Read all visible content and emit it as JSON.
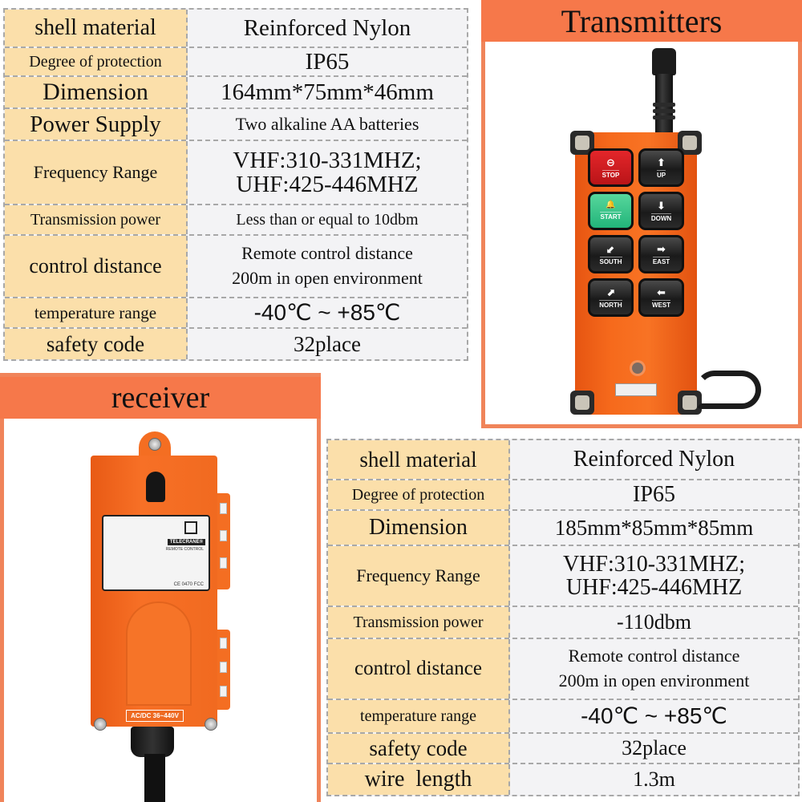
{
  "transmitter_specs": {
    "rows": [
      {
        "label": "shell material",
        "value": [
          "Reinforced Nylon"
        ]
      },
      {
        "label": "Degree of protection",
        "value": [
          "IP65"
        ]
      },
      {
        "label": "Dimension",
        "value": [
          "164mm*75mm*46mm"
        ]
      },
      {
        "label": "Power Supply",
        "value": [
          "Two alkaline AA batteries"
        ]
      },
      {
        "label": "Frequency Range",
        "value": [
          "VHF:310-331MHZ;",
          "UHF:425-446MHZ"
        ]
      },
      {
        "label": "Transmission power",
        "value": [
          "Less than or equal to 10dbm"
        ]
      },
      {
        "label": "control distance",
        "value": [
          "Remote control distance",
          "200m in open environment"
        ]
      },
      {
        "label": "temperature range",
        "value": [
          "-40℃ ~ +85℃"
        ]
      },
      {
        "label": "safety code",
        "value": [
          "32place"
        ]
      }
    ]
  },
  "transmitter_panel": {
    "title": "Transmitters",
    "keys": [
      {
        "label": "STOP",
        "icon": "⊖",
        "color": "red"
      },
      {
        "label": "UP",
        "icon": "⬆",
        "color": "black"
      },
      {
        "label": "START",
        "icon": "🔔",
        "color": "green"
      },
      {
        "label": "DOWN",
        "icon": "⬇",
        "color": "black"
      },
      {
        "label": "SOUTH",
        "icon": "⬋",
        "color": "black"
      },
      {
        "label": "EAST",
        "icon": "➡",
        "color": "black"
      },
      {
        "label": "NORTH",
        "icon": "⬈",
        "color": "black"
      },
      {
        "label": "WEST",
        "icon": "⬅",
        "color": "black"
      }
    ]
  },
  "receiver_panel": {
    "title": "receiver",
    "label_brand": "TELECRANE®",
    "label_sub": "REMOTE CONTROL",
    "label_cert": "CE 0470  FCC",
    "voltage_tag": "AC/DC 36~440V"
  },
  "receiver_specs": {
    "rows": [
      {
        "label": "shell material",
        "value": [
          "Reinforced Nylon"
        ]
      },
      {
        "label": "Degree of protection",
        "value": [
          "IP65"
        ]
      },
      {
        "label": "Dimension",
        "value": [
          "185mm*85mm*85mm"
        ]
      },
      {
        "label": "Frequency Range",
        "value": [
          "VHF:310-331MHZ;",
          "UHF:425-446MHZ"
        ]
      },
      {
        "label": "Transmission power",
        "value": [
          "-110dbm"
        ]
      },
      {
        "label": "control distance",
        "value": [
          "Remote control distance",
          "200m in open environment"
        ]
      },
      {
        "label": "temperature range",
        "value": [
          "-40℃ ~ +85℃"
        ]
      },
      {
        "label": "safety code",
        "value": [
          "32place"
        ]
      },
      {
        "label": "wire  length",
        "value": [
          "1.3m"
        ]
      }
    ]
  },
  "colors": {
    "header_orange": "#f6784a",
    "panel_border": "#f0845a",
    "label_cell": "#fbdfaa",
    "value_cell": "#f3f3f5",
    "device_orange": "#f66a1c"
  }
}
